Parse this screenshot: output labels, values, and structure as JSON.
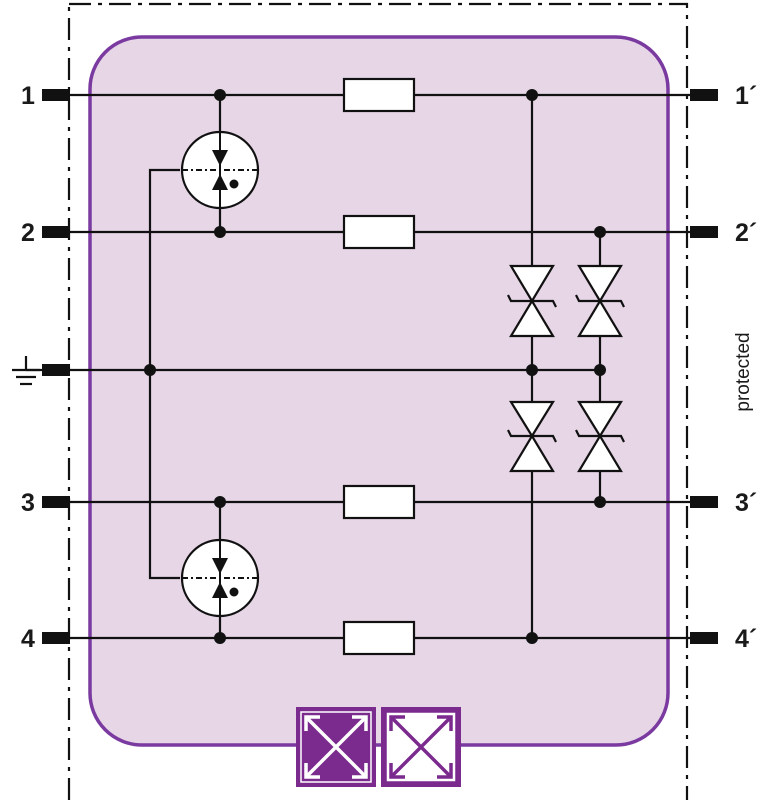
{
  "diagram": {
    "input_terminals": [
      {
        "id": "t1",
        "label": "1"
      },
      {
        "id": "t2",
        "label": "2"
      },
      {
        "id": "t3",
        "label": "3"
      },
      {
        "id": "t4",
        "label": "4"
      }
    ],
    "output_terminals": [
      {
        "id": "t1p",
        "label": "1´"
      },
      {
        "id": "t2p",
        "label": "2´"
      },
      {
        "id": "t3p",
        "label": "3´"
      },
      {
        "id": "t4p",
        "label": "4´"
      }
    ],
    "side_label": "protected",
    "colors": {
      "module_fill": "#e6d6e6",
      "module_border": "#7a3aa0",
      "badge_fill": "#7b2b8e",
      "line": "#111111"
    },
    "icons": [
      "ground-icon",
      "gas-discharge-tube-icon",
      "tvs-diode-icon",
      "resistor-icon",
      "monitoring-arrows-icon"
    ]
  }
}
